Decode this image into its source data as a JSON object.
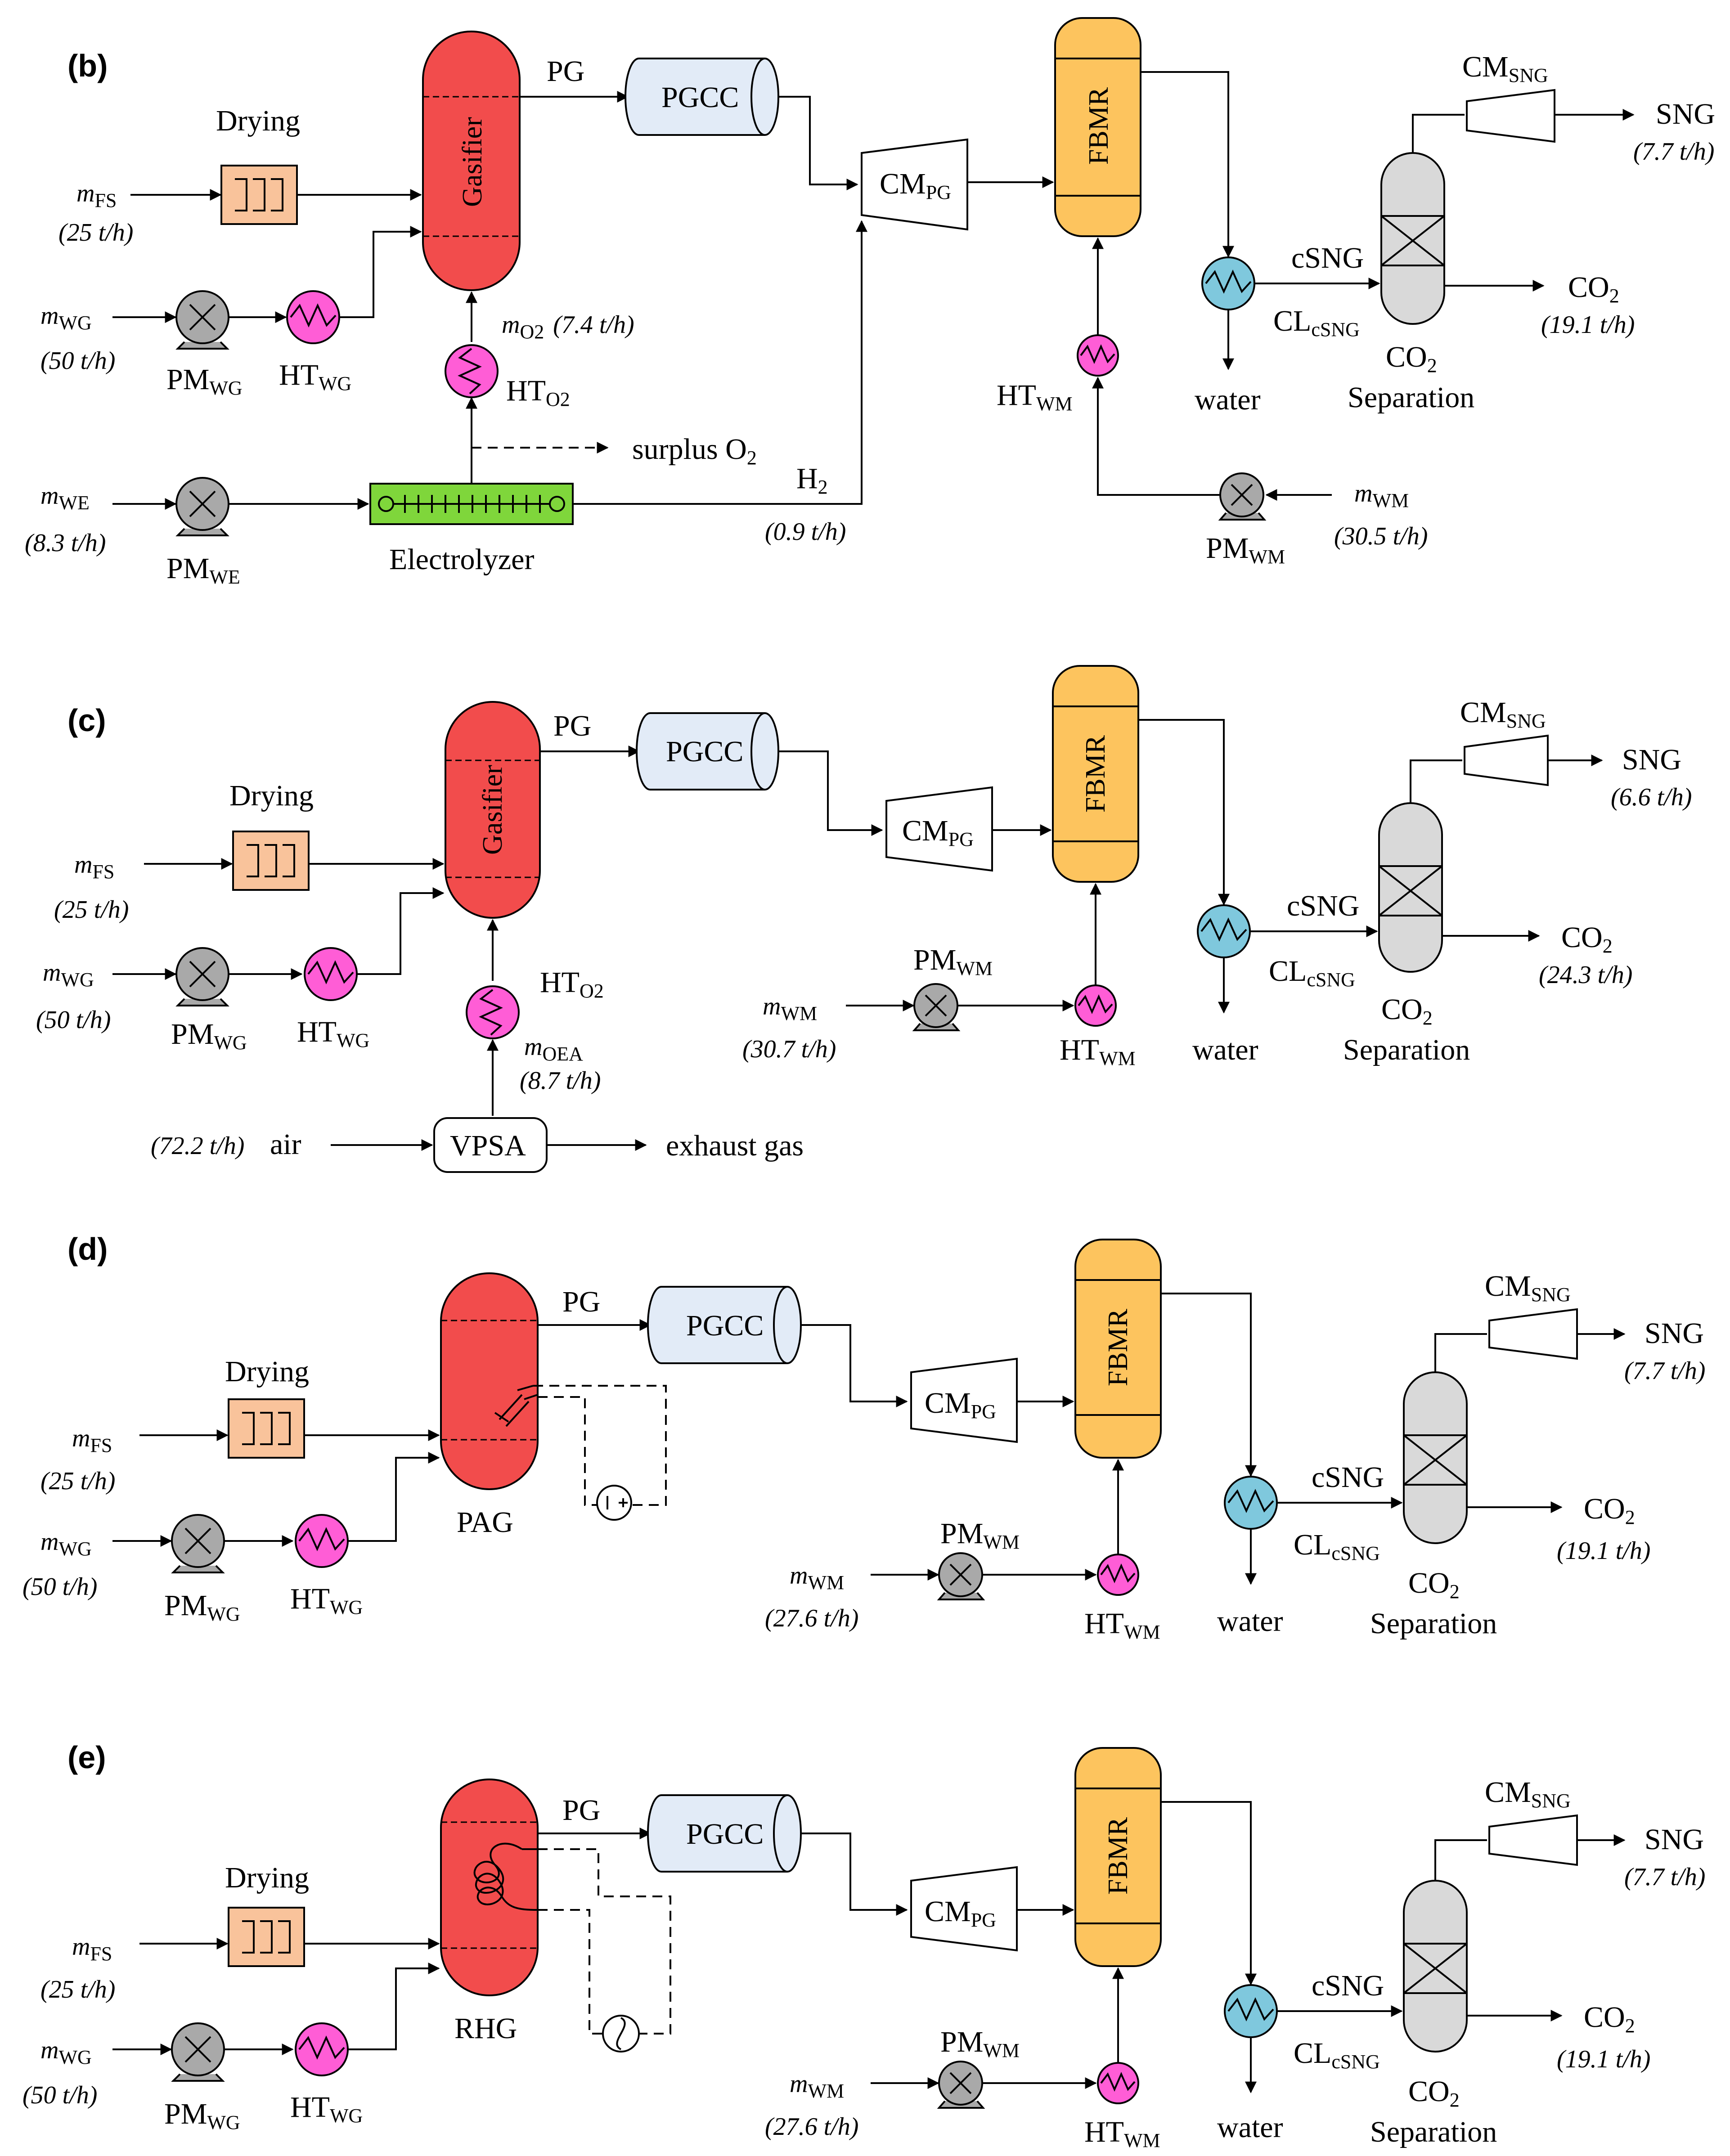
{
  "colors": {
    "gasifier": "#f24c4c",
    "fbmr": "#fdc45e",
    "pgcc": "#e2ebf7",
    "drying": "#f9c39b",
    "pump": "#a9a9a9",
    "heater": "#ff5dd6",
    "cooler": "#7fc8dd",
    "separation": "#d9d9d9",
    "electrolyzer": "#7fd63b",
    "compressor": "#ffffff"
  },
  "b": {
    "panel": "(b)",
    "drying": "Drying",
    "gasifier": "Gasifier",
    "pg": "PG",
    "pgcc": "PGCC",
    "cm_pg": "CM",
    "cm_pg_sub": "PG",
    "fbmr": "FBMR",
    "cm_sng": "CM",
    "cm_sng_sub": "SNG",
    "sng": "SNG",
    "sng_flow": "(7.7 t/h)",
    "csng": "cSNG",
    "cl": "CL",
    "cl_sub": "cSNG",
    "co2": "CO",
    "co2_sub": "2",
    "co2_flow": "(19.1 t/h)",
    "sep1": "CO",
    "sep1_sub": "2",
    "sep2": "Separation",
    "water": "water",
    "m_fs": "m",
    "m_fs_sub": "FS",
    "m_fs_flow": "(25 t/h)",
    "m_wg": "m",
    "m_wg_sub": "WG",
    "m_wg_flow": "(50 t/h)",
    "pm_wg": "PM",
    "pm_wg_sub": "WG",
    "ht_wg": "HT",
    "ht_wg_sub": "WG",
    "m_o2": "m",
    "m_o2_sub": "O2",
    "m_o2_flow": "(7.4 t/h)",
    "ht_o2": "HT",
    "ht_o2_sub": "O2",
    "surplus": "surplus O",
    "surplus_sub": "2",
    "m_we": "m",
    "m_we_sub": "WE",
    "m_we_flow": "(8.3 t/h)",
    "pm_we": "PM",
    "pm_we_sub": "WE",
    "electrolyzer": "Electrolyzer",
    "h2": "H",
    "h2_sub": "2",
    "h2_flow": "(0.9 t/h)",
    "ht_wm": "HT",
    "ht_wm_sub": "WM",
    "pm_wm": "PM",
    "pm_wm_sub": "WM",
    "m_wm": "m",
    "m_wm_sub": "WM",
    "m_wm_flow": "(30.5 t/h)"
  },
  "c": {
    "panel": "(c)",
    "drying": "Drying",
    "gasifier": "Gasifier",
    "pg": "PG",
    "pgcc": "PGCC",
    "cm_pg": "CM",
    "cm_pg_sub": "PG",
    "fbmr": "FBMR",
    "cm_sng": "CM",
    "cm_sng_sub": "SNG",
    "sng": "SNG",
    "sng_flow": "(6.6 t/h)",
    "csng": "cSNG",
    "cl": "CL",
    "cl_sub": "cSNG",
    "co2": "CO",
    "co2_sub": "2",
    "co2_flow": "(24.3 t/h)",
    "sep1": "CO",
    "sep1_sub": "2",
    "sep2": "Separation",
    "water": "water",
    "m_fs": "m",
    "m_fs_sub": "FS",
    "m_fs_flow": "(25 t/h)",
    "m_wg": "m",
    "m_wg_sub": "WG",
    "m_wg_flow": "(50 t/h)",
    "pm_wg": "PM",
    "pm_wg_sub": "WG",
    "ht_wg": "HT",
    "ht_wg_sub": "WG",
    "ht_o2": "HT",
    "ht_o2_sub": "O2",
    "m_oea": "m",
    "m_oea_sub": "OEA",
    "m_oea_flow": "(8.7 t/h)",
    "air_flow": "(72.2 t/h)",
    "air": "air",
    "vpsa": "VPSA",
    "exhaust": "exhaust gas",
    "pm_wm": "PM",
    "pm_wm_sub": "WM",
    "ht_wm": "HT",
    "ht_wm_sub": "WM",
    "m_wm": "m",
    "m_wm_sub": "WM",
    "m_wm_flow": "(30.7 t/h)"
  },
  "d": {
    "panel": "(d)",
    "drying": "Drying",
    "reactor": "PAG",
    "pg": "PG",
    "pgcc": "PGCC",
    "cm_pg": "CM",
    "cm_pg_sub": "PG",
    "fbmr": "FBMR",
    "cm_sng": "CM",
    "cm_sng_sub": "SNG",
    "sng": "SNG",
    "sng_flow": "(7.7 t/h)",
    "csng": "cSNG",
    "cl": "CL",
    "cl_sub": "cSNG",
    "co2": "CO",
    "co2_sub": "2",
    "co2_flow": "(19.1 t/h)",
    "sep1": "CO",
    "sep1_sub": "2",
    "sep2": "Separation",
    "water": "water",
    "m_fs": "m",
    "m_fs_sub": "FS",
    "m_fs_flow": "(25 t/h)",
    "m_wg": "m",
    "m_wg_sub": "WG",
    "m_wg_flow": "(50 t/h)",
    "pm_wg": "PM",
    "pm_wg_sub": "WG",
    "ht_wg": "HT",
    "ht_wg_sub": "WG",
    "pm_wm": "PM",
    "pm_wm_sub": "WM",
    "ht_wm": "HT",
    "ht_wm_sub": "WM",
    "m_wm": "m",
    "m_wm_sub": "WM",
    "m_wm_flow": "(27.6 t/h)"
  },
  "e": {
    "panel": "(e)",
    "drying": "Drying",
    "reactor": "RHG",
    "pg": "PG",
    "pgcc": "PGCC",
    "cm_pg": "CM",
    "cm_pg_sub": "PG",
    "fbmr": "FBMR",
    "cm_sng": "CM",
    "cm_sng_sub": "SNG",
    "sng": "SNG",
    "sng_flow": "(7.7 t/h)",
    "csng": "cSNG",
    "cl": "CL",
    "cl_sub": "cSNG",
    "co2": "CO",
    "co2_sub": "2",
    "co2_flow": "(19.1 t/h)",
    "sep1": "CO",
    "sep1_sub": "2",
    "sep2": "Separation",
    "water": "water",
    "m_fs": "m",
    "m_fs_sub": "FS",
    "m_fs_flow": "(25 t/h)",
    "m_wg": "m",
    "m_wg_sub": "WG",
    "m_wg_flow": "(50 t/h)",
    "pm_wg": "PM",
    "pm_wg_sub": "WG",
    "ht_wg": "HT",
    "ht_wg_sub": "WG",
    "pm_wm": "PM",
    "pm_wm_sub": "WM",
    "ht_wm": "HT",
    "ht_wm_sub": "WM",
    "m_wm": "m",
    "m_wm_sub": "WM",
    "m_wm_flow": "(27.6 t/h)"
  }
}
